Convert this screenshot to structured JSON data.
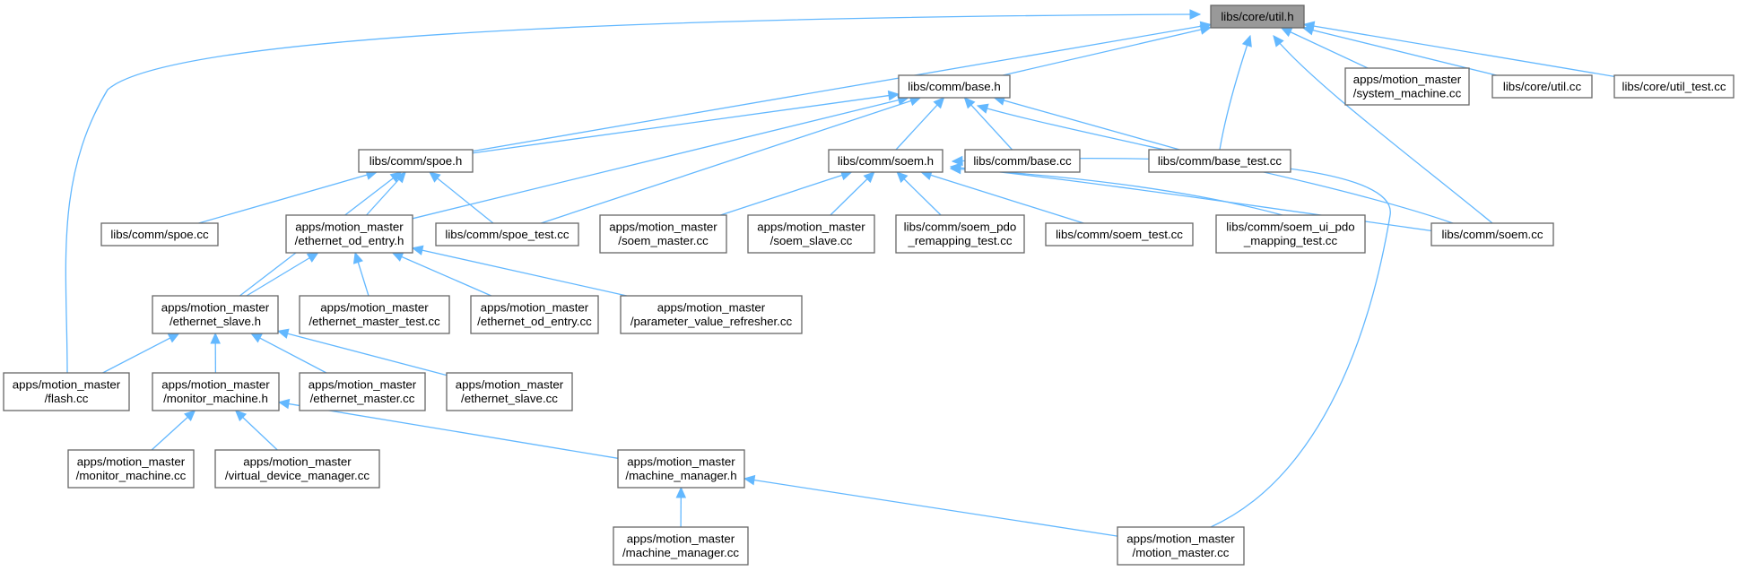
{
  "graph": {
    "title": "libs/core/util.h",
    "colors": {
      "edge": "#63b8ff",
      "node_border": "#666666",
      "root_fill": "#999999",
      "node_fill": "#ffffff"
    },
    "nodes": [
      {
        "id": "util_h",
        "lines": [
          "libs/core/util.h"
        ],
        "root": true
      },
      {
        "id": "base_h",
        "lines": [
          "libs/comm/base.h"
        ]
      },
      {
        "id": "system_machine",
        "lines": [
          "apps/motion_master",
          "/system_machine.cc"
        ]
      },
      {
        "id": "util_cc",
        "lines": [
          "libs/core/util.cc"
        ]
      },
      {
        "id": "util_test",
        "lines": [
          "libs/core/util_test.cc"
        ]
      },
      {
        "id": "spoe_h",
        "lines": [
          "libs/comm/spoe.h"
        ]
      },
      {
        "id": "soem_h",
        "lines": [
          "libs/comm/soem.h"
        ]
      },
      {
        "id": "base_cc",
        "lines": [
          "libs/comm/base.cc"
        ]
      },
      {
        "id": "base_test",
        "lines": [
          "libs/comm/base_test.cc"
        ]
      },
      {
        "id": "spoe_cc",
        "lines": [
          "libs/comm/spoe.cc"
        ]
      },
      {
        "id": "eth_od_h",
        "lines": [
          "apps/motion_master",
          "/ethernet_od_entry.h"
        ]
      },
      {
        "id": "spoe_test",
        "lines": [
          "libs/comm/spoe_test.cc"
        ]
      },
      {
        "id": "soem_master",
        "lines": [
          "apps/motion_master",
          "/soem_master.cc"
        ]
      },
      {
        "id": "soem_slave",
        "lines": [
          "apps/motion_master",
          "/soem_slave.cc"
        ]
      },
      {
        "id": "soem_pdo",
        "lines": [
          "libs/comm/soem_pdo",
          "_remapping_test.cc"
        ]
      },
      {
        "id": "soem_test",
        "lines": [
          "libs/comm/soem_test.cc"
        ]
      },
      {
        "id": "soem_ui",
        "lines": [
          "libs/comm/soem_ui_pdo",
          "_mapping_test.cc"
        ]
      },
      {
        "id": "soem_cc",
        "lines": [
          "libs/comm/soem.cc"
        ]
      },
      {
        "id": "eth_slave_h",
        "lines": [
          "apps/motion_master",
          "/ethernet_slave.h"
        ]
      },
      {
        "id": "eth_master_test",
        "lines": [
          "apps/motion_master",
          "/ethernet_master_test.cc"
        ]
      },
      {
        "id": "eth_od_cc",
        "lines": [
          "apps/motion_master",
          "/ethernet_od_entry.cc"
        ]
      },
      {
        "id": "param_refresher",
        "lines": [
          "apps/motion_master",
          "/parameter_value_refresher.cc"
        ]
      },
      {
        "id": "flash",
        "lines": [
          "apps/motion_master",
          "/flash.cc"
        ]
      },
      {
        "id": "monitor_h",
        "lines": [
          "apps/motion_master",
          "/monitor_machine.h"
        ]
      },
      {
        "id": "eth_master_cc",
        "lines": [
          "apps/motion_master",
          "/ethernet_master.cc"
        ]
      },
      {
        "id": "eth_slave_cc",
        "lines": [
          "apps/motion_master",
          "/ethernet_slave.cc"
        ]
      },
      {
        "id": "monitor_cc",
        "lines": [
          "apps/motion_master",
          "/monitor_machine.cc"
        ]
      },
      {
        "id": "vdm",
        "lines": [
          "apps/motion_master",
          "/virtual_device_manager.cc"
        ]
      },
      {
        "id": "mm_h",
        "lines": [
          "apps/motion_master",
          "/machine_manager.h"
        ]
      },
      {
        "id": "mm_cc",
        "lines": [
          "apps/motion_master",
          "/machine_manager.cc"
        ]
      },
      {
        "id": "motion_master",
        "lines": [
          "apps/motion_master",
          "/motion_master.cc"
        ]
      }
    ],
    "edges": [
      {
        "from": "base_h",
        "to": "util_h"
      },
      {
        "from": "system_machine",
        "to": "util_h"
      },
      {
        "from": "util_cc",
        "to": "util_h"
      },
      {
        "from": "util_test",
        "to": "util_h"
      },
      {
        "from": "spoe_h",
        "to": "util_h"
      },
      {
        "from": "flash",
        "to": "util_h"
      },
      {
        "from": "base_test",
        "to": "util_h"
      },
      {
        "from": "soem_cc",
        "to": "util_h"
      },
      {
        "from": "spoe_h",
        "to": "base_h"
      },
      {
        "from": "soem_h",
        "to": "base_h"
      },
      {
        "from": "base_cc",
        "to": "base_h"
      },
      {
        "from": "base_test",
        "to": "base_h"
      },
      {
        "from": "eth_od_h",
        "to": "base_h"
      },
      {
        "from": "spoe_test",
        "to": "base_h"
      },
      {
        "from": "soem_cc",
        "to": "base_h"
      },
      {
        "from": "spoe_cc",
        "to": "spoe_h"
      },
      {
        "from": "eth_od_h",
        "to": "spoe_h"
      },
      {
        "from": "spoe_test",
        "to": "spoe_h"
      },
      {
        "from": "eth_slave_h",
        "to": "spoe_h"
      },
      {
        "from": "soem_master",
        "to": "soem_h"
      },
      {
        "from": "soem_slave",
        "to": "soem_h"
      },
      {
        "from": "soem_pdo",
        "to": "soem_h"
      },
      {
        "from": "soem_test",
        "to": "soem_h"
      },
      {
        "from": "soem_ui",
        "to": "soem_h"
      },
      {
        "from": "soem_cc",
        "to": "soem_h"
      },
      {
        "from": "motion_master",
        "to": "soem_h"
      },
      {
        "from": "eth_slave_h",
        "to": "eth_od_h"
      },
      {
        "from": "eth_master_test",
        "to": "eth_od_h"
      },
      {
        "from": "eth_od_cc",
        "to": "eth_od_h"
      },
      {
        "from": "param_refresher",
        "to": "eth_od_h"
      },
      {
        "from": "flash",
        "to": "eth_slave_h"
      },
      {
        "from": "monitor_h",
        "to": "eth_slave_h"
      },
      {
        "from": "eth_master_cc",
        "to": "eth_slave_h"
      },
      {
        "from": "eth_slave_cc",
        "to": "eth_slave_h"
      },
      {
        "from": "monitor_cc",
        "to": "monitor_h"
      },
      {
        "from": "vdm",
        "to": "monitor_h"
      },
      {
        "from": "mm_h",
        "to": "monitor_h"
      },
      {
        "from": "mm_cc",
        "to": "mm_h"
      },
      {
        "from": "motion_master",
        "to": "mm_h"
      }
    ]
  }
}
